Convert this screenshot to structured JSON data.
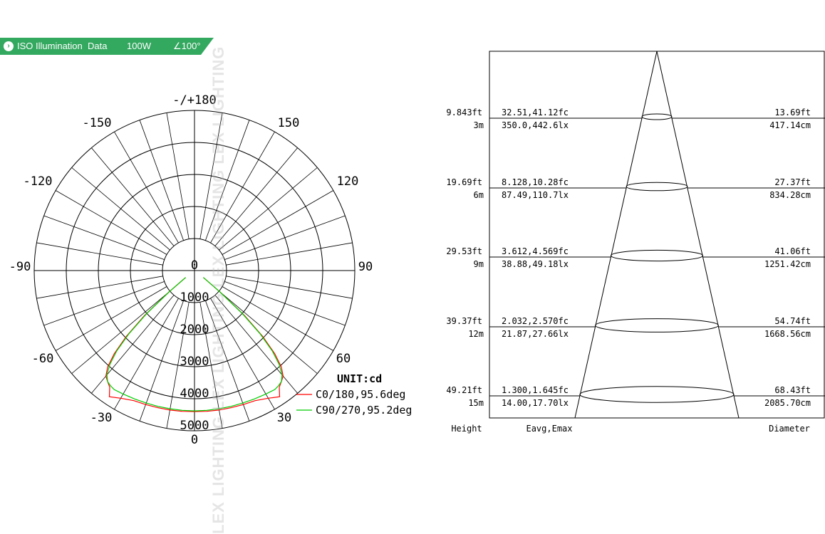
{
  "header": {
    "section": "ISO Illumination  Data",
    "power": "100W",
    "beam_angle": "∠100°"
  },
  "top_fragment": "",
  "watermark": "LEX LIGHTING  LEX LIGHTING  LEX LIGHTING  LEX LIGHTING",
  "colors": {
    "header_bg": "#33a85f",
    "c0_series": "#ff0000",
    "c90_series": "#00cc00"
  },
  "chart_data": [
    {
      "type": "polar",
      "unit_label": "UNIT:cd",
      "angle_labels": {
        "top": "-/+180",
        "left150": "-150",
        "right150": "150",
        "left120": "-120",
        "right120": "120",
        "left90": "-90",
        "right90": "90",
        "left60": "-60",
        "right60": "60",
        "left30": "-30",
        "right30": "30",
        "bottom": "0"
      },
      "radial_labels": [
        "0",
        "1000",
        "2000",
        "3000",
        "4000",
        "5000"
      ],
      "radial_max": 5000,
      "grid": true,
      "legend_position": "bottom-right",
      "series": [
        {
          "name": "C0/180,95.6deg",
          "color": "#ff0000",
          "angles": [
            -52,
            -50,
            -48,
            -46,
            -44,
            -42,
            -40,
            -38,
            -36,
            -34,
            -30,
            -25,
            -20,
            -15,
            -10,
            -5,
            0,
            5,
            10,
            15,
            20,
            25,
            30,
            34,
            36,
            38,
            40,
            42,
            44,
            46,
            48,
            50,
            52
          ],
          "intensity_cd": [
            350,
            1050,
            2100,
            2950,
            3600,
            4050,
            4300,
            4400,
            4500,
            4750,
            4600,
            4480,
            4450,
            4430,
            4420,
            4410,
            4400,
            4410,
            4420,
            4430,
            4450,
            4480,
            4600,
            4750,
            4500,
            4400,
            4300,
            4050,
            3600,
            2950,
            2100,
            1050,
            350
          ]
        },
        {
          "name": "C90/270,95.2deg",
          "color": "#00cc00",
          "angles": [
            -52,
            -50,
            -48,
            -46,
            -44,
            -42,
            -40,
            -38,
            -36,
            -34,
            -30,
            -25,
            -20,
            -15,
            -10,
            -5,
            0,
            5,
            10,
            15,
            20,
            25,
            30,
            34,
            36,
            38,
            40,
            42,
            44,
            46,
            48,
            50,
            52
          ],
          "intensity_cd": [
            350,
            1000,
            2000,
            2850,
            3500,
            3950,
            4250,
            4400,
            4450,
            4480,
            4450,
            4420,
            4400,
            4390,
            4380,
            4380,
            4380,
            4380,
            4380,
            4390,
            4400,
            4420,
            4450,
            4480,
            4450,
            4400,
            4250,
            3950,
            3500,
            2850,
            2000,
            1000,
            350
          ]
        }
      ]
    },
    {
      "type": "table",
      "columns": [
        "Height",
        "Eavg,Emax",
        "Diameter"
      ],
      "rows": [
        {
          "height_ft": "9.843ft",
          "height_m": "3m",
          "e_fc": "32.51,41.12fc",
          "e_lx": "350.0,442.6lx",
          "diam_ft": "13.69ft",
          "diam_cm": "417.14cm"
        },
        {
          "height_ft": "19.69ft",
          "height_m": "6m",
          "e_fc": "8.128,10.28fc",
          "e_lx": "87.49,110.7lx",
          "diam_ft": "27.37ft",
          "diam_cm": "834.28cm"
        },
        {
          "height_ft": "29.53ft",
          "height_m": "9m",
          "e_fc": "3.612,4.569fc",
          "e_lx": "38.88,49.18lx",
          "diam_ft": "41.06ft",
          "diam_cm": "1251.42cm"
        },
        {
          "height_ft": "39.37ft",
          "height_m": "12m",
          "e_fc": "2.032,2.570fc",
          "e_lx": "21.87,27.66lx",
          "diam_ft": "54.74ft",
          "diam_cm": "1668.56cm"
        },
        {
          "height_ft": "49.21ft",
          "height_m": "15m",
          "e_fc": "1.300,1.645fc",
          "e_lx": "14.00,17.70lx",
          "diam_ft": "68.43ft",
          "diam_cm": "2085.70cm"
        }
      ],
      "beam_angle_deg": 100
    }
  ]
}
